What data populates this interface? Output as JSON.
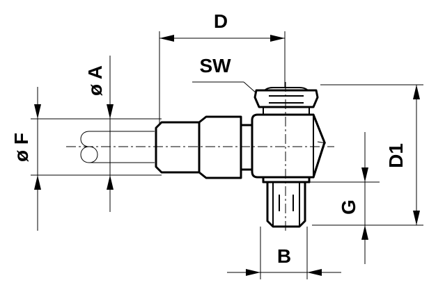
{
  "labels": {
    "d": "D",
    "sw": "SW",
    "oa": "ø A",
    "of": "ø F",
    "d1": "D1",
    "g": "G",
    "b": "B"
  },
  "colors": {
    "line": "#000000",
    "background": "#ffffff"
  }
}
